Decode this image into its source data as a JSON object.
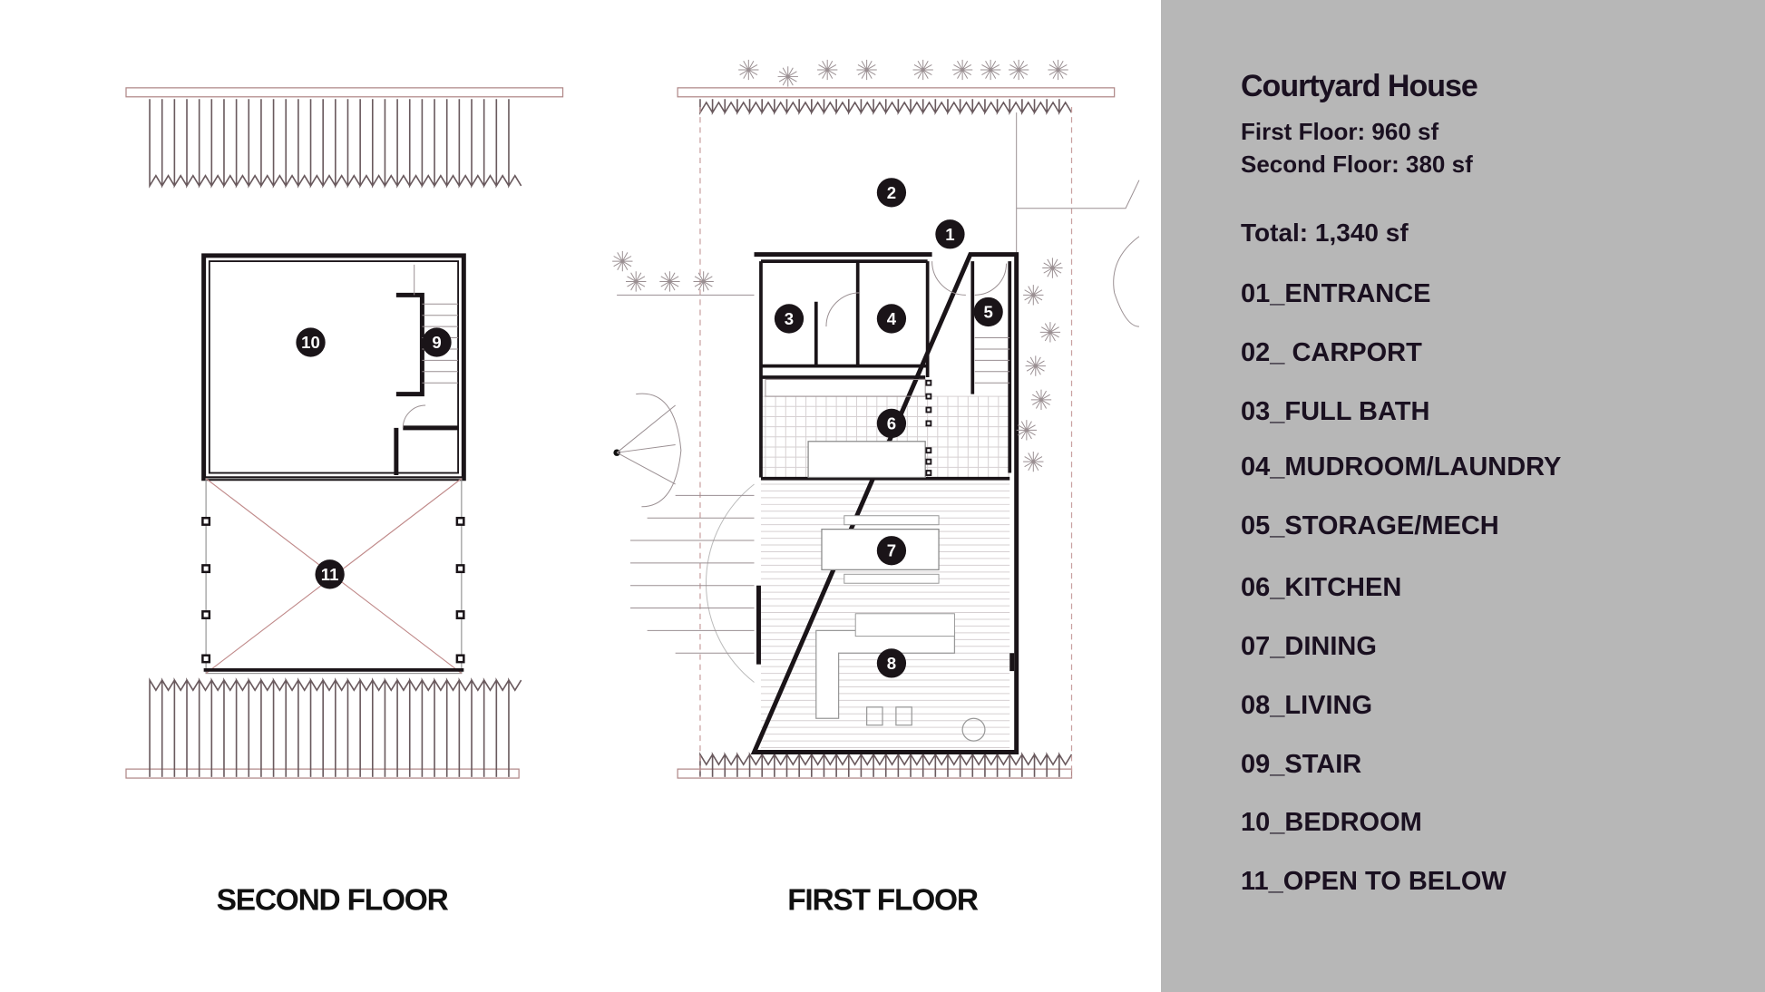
{
  "info": {
    "title": "Courtyard House",
    "first_floor": "First Floor: 960 sf",
    "second_floor": "Second Floor: 380 sf",
    "total": "Total: 1,340 sf"
  },
  "legend": [
    "01_ENTRANCE",
    "02_ CARPORT",
    "03_FULL BATH",
    "04_MUDROOM/LAUNDRY",
    "05_STORAGE/MECH",
    "06_KITCHEN",
    "07_DINING",
    "08_LIVING",
    "09_STAIR",
    "10_BEDROOM",
    "11_OPEN TO BELOW"
  ],
  "captions": {
    "second": "SECOND FLOOR",
    "first": "FIRST FLOOR"
  },
  "markers": [
    "1",
    "2",
    "3",
    "4",
    "5",
    "6",
    "7",
    "8",
    "9",
    "10",
    "11"
  ],
  "colors": {
    "panel": "#b7b7b7",
    "ink": "#1a1418",
    "accent_line": "#c08a8a"
  }
}
